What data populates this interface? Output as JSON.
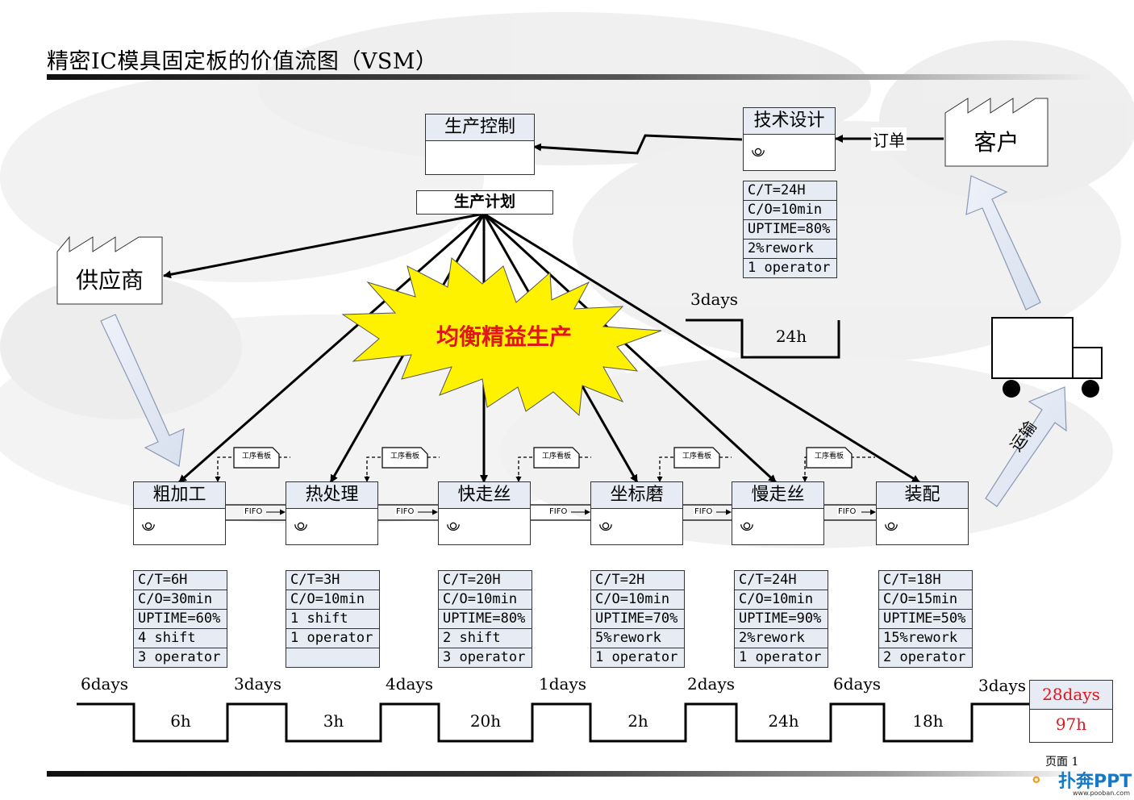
{
  "title": "精密IC模具固定板的价值流图（VSM）",
  "page_label": "页面 1",
  "logo": {
    "name": "扑奔PPT",
    "url": "www.pooban.com"
  },
  "colors": {
    "accent_red": "#e0161c",
    "header_fill": "#e6ebf4",
    "burst_yellow": "#fff200"
  },
  "production_control": "生产控制",
  "production_plan": "生产计划",
  "tech_design": {
    "label": "技术设计",
    "data": [
      "C/T=24H",
      "C/O=10min",
      "UPTIME=80%",
      "2%rework",
      "1 operator"
    ],
    "days": "3days",
    "hours": "24h"
  },
  "order_label": "订单",
  "customer": "客户",
  "supplier": "供应商",
  "burst_text": "均衡精益生产",
  "transport_label": "运输",
  "kanban_label": "工序看板",
  "fifo_label": "FIFO",
  "processes": [
    {
      "name": "粗加工",
      "data": [
        "C/T=6H",
        "C/O=30min",
        "UPTIME=60%",
        "4 shift",
        "3 operator"
      ]
    },
    {
      "name": "热处理",
      "data": [
        "C/T=3H",
        "C/O=10min",
        "1 shift",
        "1 operator",
        ""
      ]
    },
    {
      "name": "快走丝",
      "data": [
        "C/T=20H",
        "C/O=10min",
        "UPTIME=80%",
        "2 shift",
        "3 operator"
      ]
    },
    {
      "name": "坐标磨",
      "data": [
        "C/T=2H",
        "C/O=10min",
        "UPTIME=70%",
        "5%rework",
        "1 operator"
      ]
    },
    {
      "name": "慢走丝",
      "data": [
        "C/T=24H",
        "C/O=10min",
        "UPTIME=90%",
        "2%rework",
        "1 operator"
      ]
    },
    {
      "name": "装配",
      "data": [
        "C/T=18H",
        "C/O=15min",
        "UPTIME=50%",
        "15%rework",
        "2 operator"
      ]
    }
  ],
  "timeline": {
    "days": [
      "6days",
      "3days",
      "4days",
      "1days",
      "2days",
      "6days",
      "3days"
    ],
    "hours": [
      "6h",
      "3h",
      "20h",
      "2h",
      "24h",
      "18h"
    ]
  },
  "totals": {
    "days": "28days",
    "hours": "97h"
  }
}
